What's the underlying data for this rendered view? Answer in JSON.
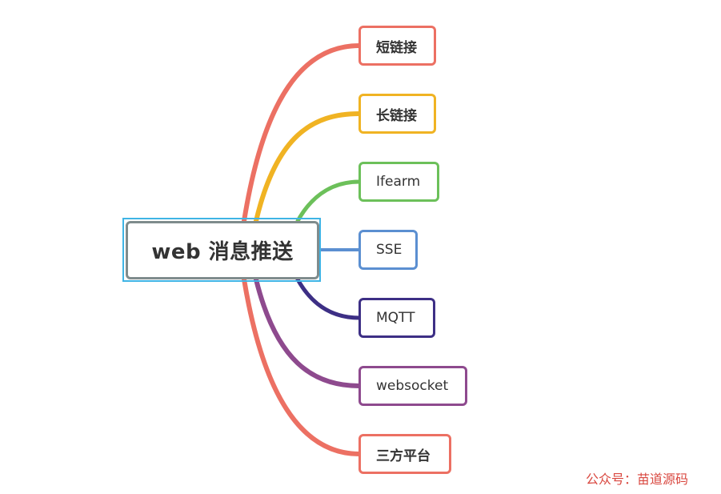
{
  "root": {
    "label": "web 消息推送",
    "border_color": "#7f8c8d",
    "frame_color": "#3fb4e5"
  },
  "nodes": [
    {
      "label": "短链接",
      "color": "#ec7063"
    },
    {
      "label": "长链接",
      "color": "#f0b323"
    },
    {
      "label": "Ifearm",
      "color": "#6cc05a"
    },
    {
      "label": "SSE",
      "color": "#5b8fd1"
    },
    {
      "label": "MQTT",
      "color": "#3d2f85"
    },
    {
      "label": "websocket",
      "color": "#8e4a8e"
    },
    {
      "label": "三方平台",
      "color": "#ec7063"
    }
  ],
  "watermark": {
    "label": "公众号：苗道源码",
    "color": "#d9473f"
  }
}
